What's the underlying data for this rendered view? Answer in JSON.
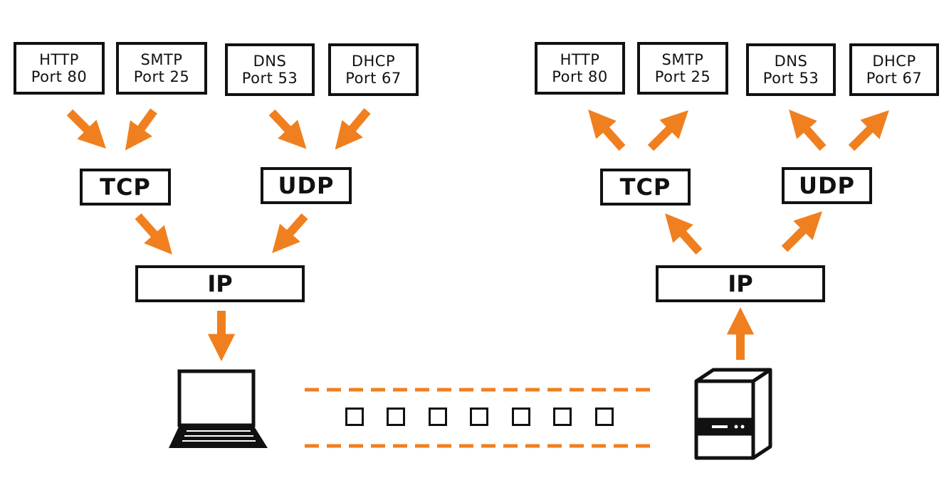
{
  "accent": "#f07f1f",
  "left": {
    "services": [
      {
        "name": "HTTP",
        "port": "Port 80"
      },
      {
        "name": "SMTP",
        "port": "Port 25"
      },
      {
        "name": "DNS",
        "port": "Port 53"
      },
      {
        "name": "DHCP",
        "port": "Port 67"
      }
    ],
    "tcp": "TCP",
    "udp": "UDP",
    "ip": "IP",
    "device_icon": "laptop-icon"
  },
  "right": {
    "services": [
      {
        "name": "HTTP",
        "port": "Port 80"
      },
      {
        "name": "SMTP",
        "port": "Port 25"
      },
      {
        "name": "DNS",
        "port": "Port 53"
      },
      {
        "name": "DHCP",
        "port": "Port 67"
      }
    ],
    "tcp": "TCP",
    "udp": "UDP",
    "ip": "IP",
    "device_icon": "server-icon"
  },
  "transmission": {
    "packet_icon": "packet-icon"
  }
}
